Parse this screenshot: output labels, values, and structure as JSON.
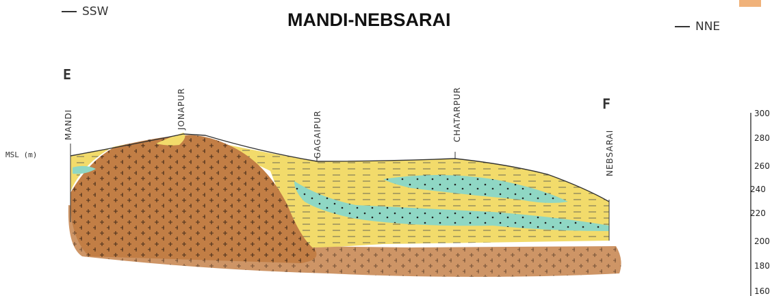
{
  "title": "MANDI-NEBSARAI",
  "direction_left": "SSW",
  "direction_right": "NNE",
  "section_start": "E",
  "section_end": "F",
  "msl_label": "MSL (m)",
  "localities": [
    "MANDI",
    "JONAPUR",
    "GAGAIPUR",
    "CHATARPUR",
    "NEBSARAI"
  ],
  "scale_ticks": [
    "300",
    "280",
    "260",
    "240",
    "220",
    "200",
    "180",
    "160"
  ],
  "colors": {
    "granite": "#c9874f",
    "sediment": "#f2dc6a",
    "aquifer": "#8fd6c4"
  }
}
